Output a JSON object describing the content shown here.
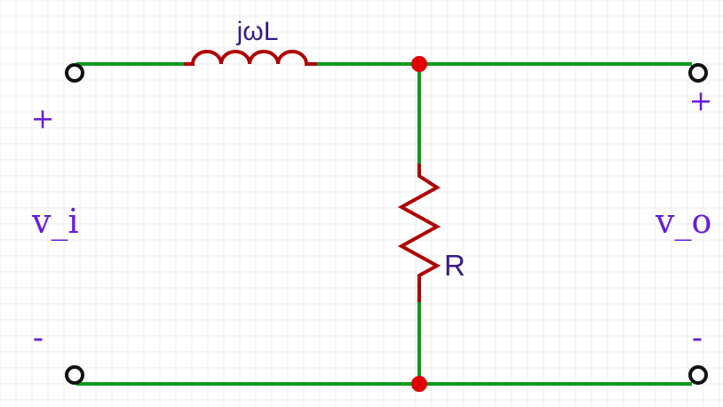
{
  "colors": {
    "wire": "#0b9a1e",
    "component": "#b00000",
    "node": "#e00000",
    "terminal": "#111111",
    "component_label": "#3a1a8c",
    "port_label": "#6a1adf",
    "grid": "#ececec",
    "background": "#ffffff"
  },
  "components": {
    "inductor_label": "jωL",
    "resistor_label": "R"
  },
  "input_port": {
    "plus": "+",
    "voltage": "v_i",
    "minus": "-"
  },
  "output_port": {
    "plus": "+",
    "voltage": "v_o",
    "minus": "-"
  }
}
